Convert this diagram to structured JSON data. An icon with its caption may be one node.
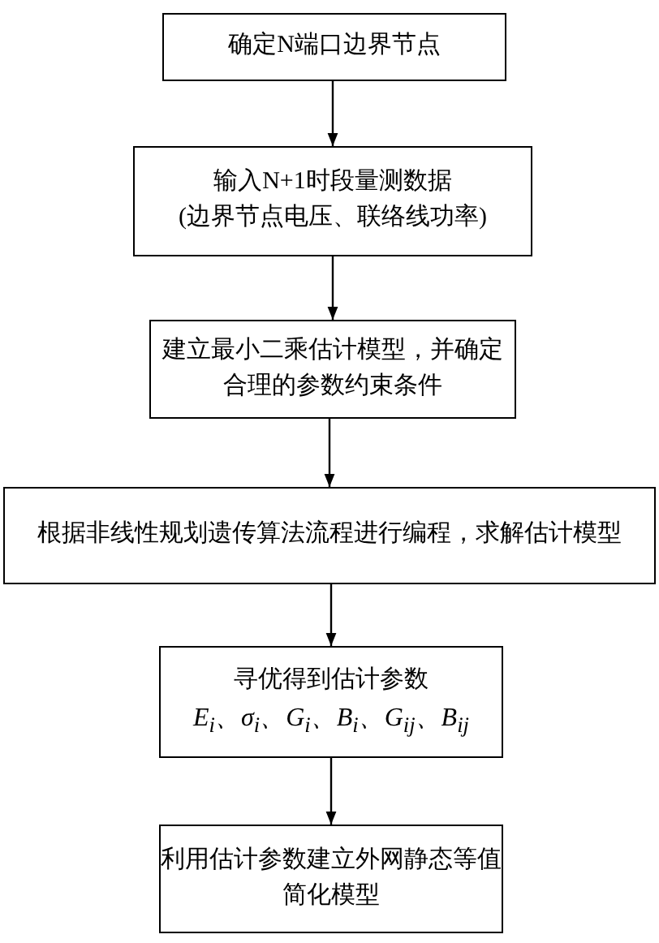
{
  "diagram": {
    "nodes": [
      {
        "text": [
          "确定N端口边界节点"
        ]
      },
      {
        "text": [
          "输入N+1时段量测数据",
          "(边界节点电压、联络线功率)"
        ]
      },
      {
        "text": [
          "建立最小二乘估计模型，并确定合理的参数约束条件"
        ]
      },
      {
        "text": [
          "根据非线性规划遗传算法流程进行编程，求解估计模型"
        ]
      },
      {
        "text": [
          "寻优得到估计参数",
          "E$_{i}$、σ$_{i}$、G$_{i}$、B$_{i}$、G$_{ij}$、B$_{ij}$"
        ]
      },
      {
        "text": [
          "利用估计参数建立外网静态等值简化模型"
        ]
      }
    ],
    "edges": [
      {
        "from": 0,
        "to": 1,
        "arrow": "to"
      },
      {
        "from": 1,
        "to": 2,
        "arrow": "to"
      },
      {
        "from": 2,
        "to": 3,
        "arrow": "to"
      },
      {
        "from": 3,
        "to": 4,
        "arrow": "to"
      },
      {
        "from": 4,
        "to": 5,
        "arrow": "to"
      }
    ]
  }
}
